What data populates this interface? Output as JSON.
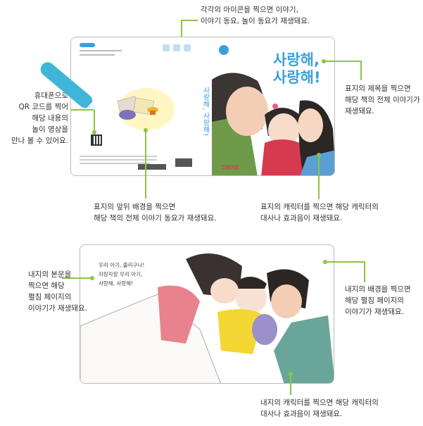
{
  "callouts": {
    "icons": [
      "각각의 아이콘을 찍으면 이야기,",
      "이야기 동요, 놀이 동요가 재생돼요."
    ],
    "qr": [
      "휴대폰으로",
      "QR 코드를 찍어",
      "해당 내용의",
      "놀이 영상을",
      "만나 볼 수 있어요."
    ],
    "title": [
      "표지의 제목을 찍으면",
      "해당 책의 전체 이야기가",
      "재생돼요."
    ],
    "cover_bg": [
      "표지의 앞뒤 배경을 찍으면",
      "해당 책의 전체 이야기 동요가 재생돼요."
    ],
    "cover_char": [
      "표지의 캐릭터를 찍으면 해당 캐릭터의",
      "대사나 효과음이 재생돼요."
    ],
    "page_text": [
      "내지의 본문을",
      "찍으면 해당",
      "펼침 페이지의",
      "이야기가 재생돼요."
    ],
    "page_bg": [
      "내지의 배경을 찍으면",
      "해당 펼침 페이지의",
      "이야기가 재생돼요."
    ],
    "page_char": [
      "내지의 캐릭터를 찍으면 해당 캐릭터의",
      "대사나 효과음이 재생돼요."
    ]
  },
  "cover": {
    "title_line1": "사랑해,",
    "title_line2": "사랑해!",
    "spine_title": "사랑해, 사랑해!",
    "publisher": "그레이트"
  },
  "inner_page": {
    "text": [
      "우리 아기, 졸리구나!",
      "자장자장 우리 아기,",
      "사랑해, 사랑해!"
    ]
  },
  "colors": {
    "accent_line": "#8cc63f",
    "title_blue": "#3aa0dc"
  }
}
